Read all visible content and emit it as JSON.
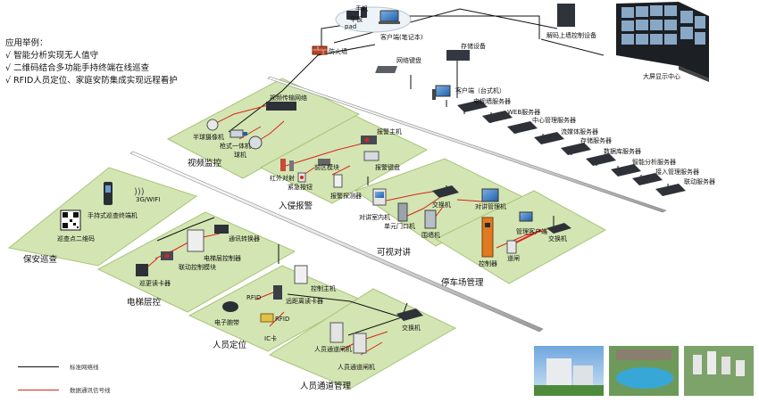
{
  "application": {
    "title": "应用举例：",
    "items": [
      "√  智能分析实现无人值守",
      "√  二维码结合多功能手持终端在线巡查",
      "√  RFID人员定位、家庭安防集成实现远程看护"
    ]
  },
  "zones": {
    "video": "视频监控",
    "intrusion": "入侵报警",
    "intercom": "可视对讲",
    "parking": "停车场管理",
    "patrol": "保安巡查",
    "elevator": "电梯层控",
    "personnel": "人员定位",
    "access": "人员通道管理"
  },
  "labels": {
    "pad": "平板",
    "phone": "手机",
    "pad_label": "pad",
    "client_laptop": "客户端(笔记本)",
    "firewall": "防火墙",
    "storage": "存储设备",
    "keyboard": "网络键盘",
    "decoder": "解码上墙控制设备",
    "big_screen": "大屏显示中心",
    "client_desktop": "客户端（台式机）",
    "tv_wall_server": "电视墙服务器",
    "web_server": "WEB服务器",
    "center_server": "中心管理服务器",
    "stream_server": "流媒体服务器",
    "storage_server": "存储服务器",
    "db_server": "数据库服务器",
    "analysis_server": "智能分析服务器",
    "access_server": "接入管理服务器",
    "link_server": "联动服务器",
    "transmitter": "视频传输网络",
    "hemisphere": "半球摄像机",
    "bullet": "枪式一体机",
    "dome": "球机",
    "alarm_host": "报警主机",
    "infrared": "红外对射",
    "front_module": "前区模块",
    "alarm_keyboard": "报警键盘",
    "panic": "紧急按钮",
    "detector": "报警探测器",
    "indoor_unit": "对讲室内机",
    "switch": "交换机",
    "intercom_mgr": "对讲管理机",
    "unit_door": "单元门口机",
    "wall_unit": "围墙机",
    "mgmt_client": "管理客户端",
    "barrier": "道闸",
    "controller": "控制器",
    "handheld": "手持式巡查终端机",
    "wifi": "3G/WIFI",
    "qrcode": "巡查点二维码",
    "comm_converter": "通讯转换器",
    "elevator_ctrl": "电梯层控制器",
    "link_module": "联动控制模块",
    "reader": "巡更读卡器",
    "ctrl_host": "控制主机",
    "long_reader": "远距离读卡器",
    "rfid": "RFID",
    "bracelet": "电子腕带",
    "ic_card": "IC卡",
    "gate1": "人员通道闸机",
    "gate2": "人员通道闸机"
  },
  "legend": {
    "line1": "标准网络线",
    "line2": "数据通讯信号线"
  },
  "colors": {
    "zone_fill": "#d3e5b2",
    "zone_stroke": "#a9c47a",
    "bus": "#e8e8e8",
    "network_line": "#111111",
    "signal_line": "#d9241c",
    "device_dark": "#333840"
  }
}
